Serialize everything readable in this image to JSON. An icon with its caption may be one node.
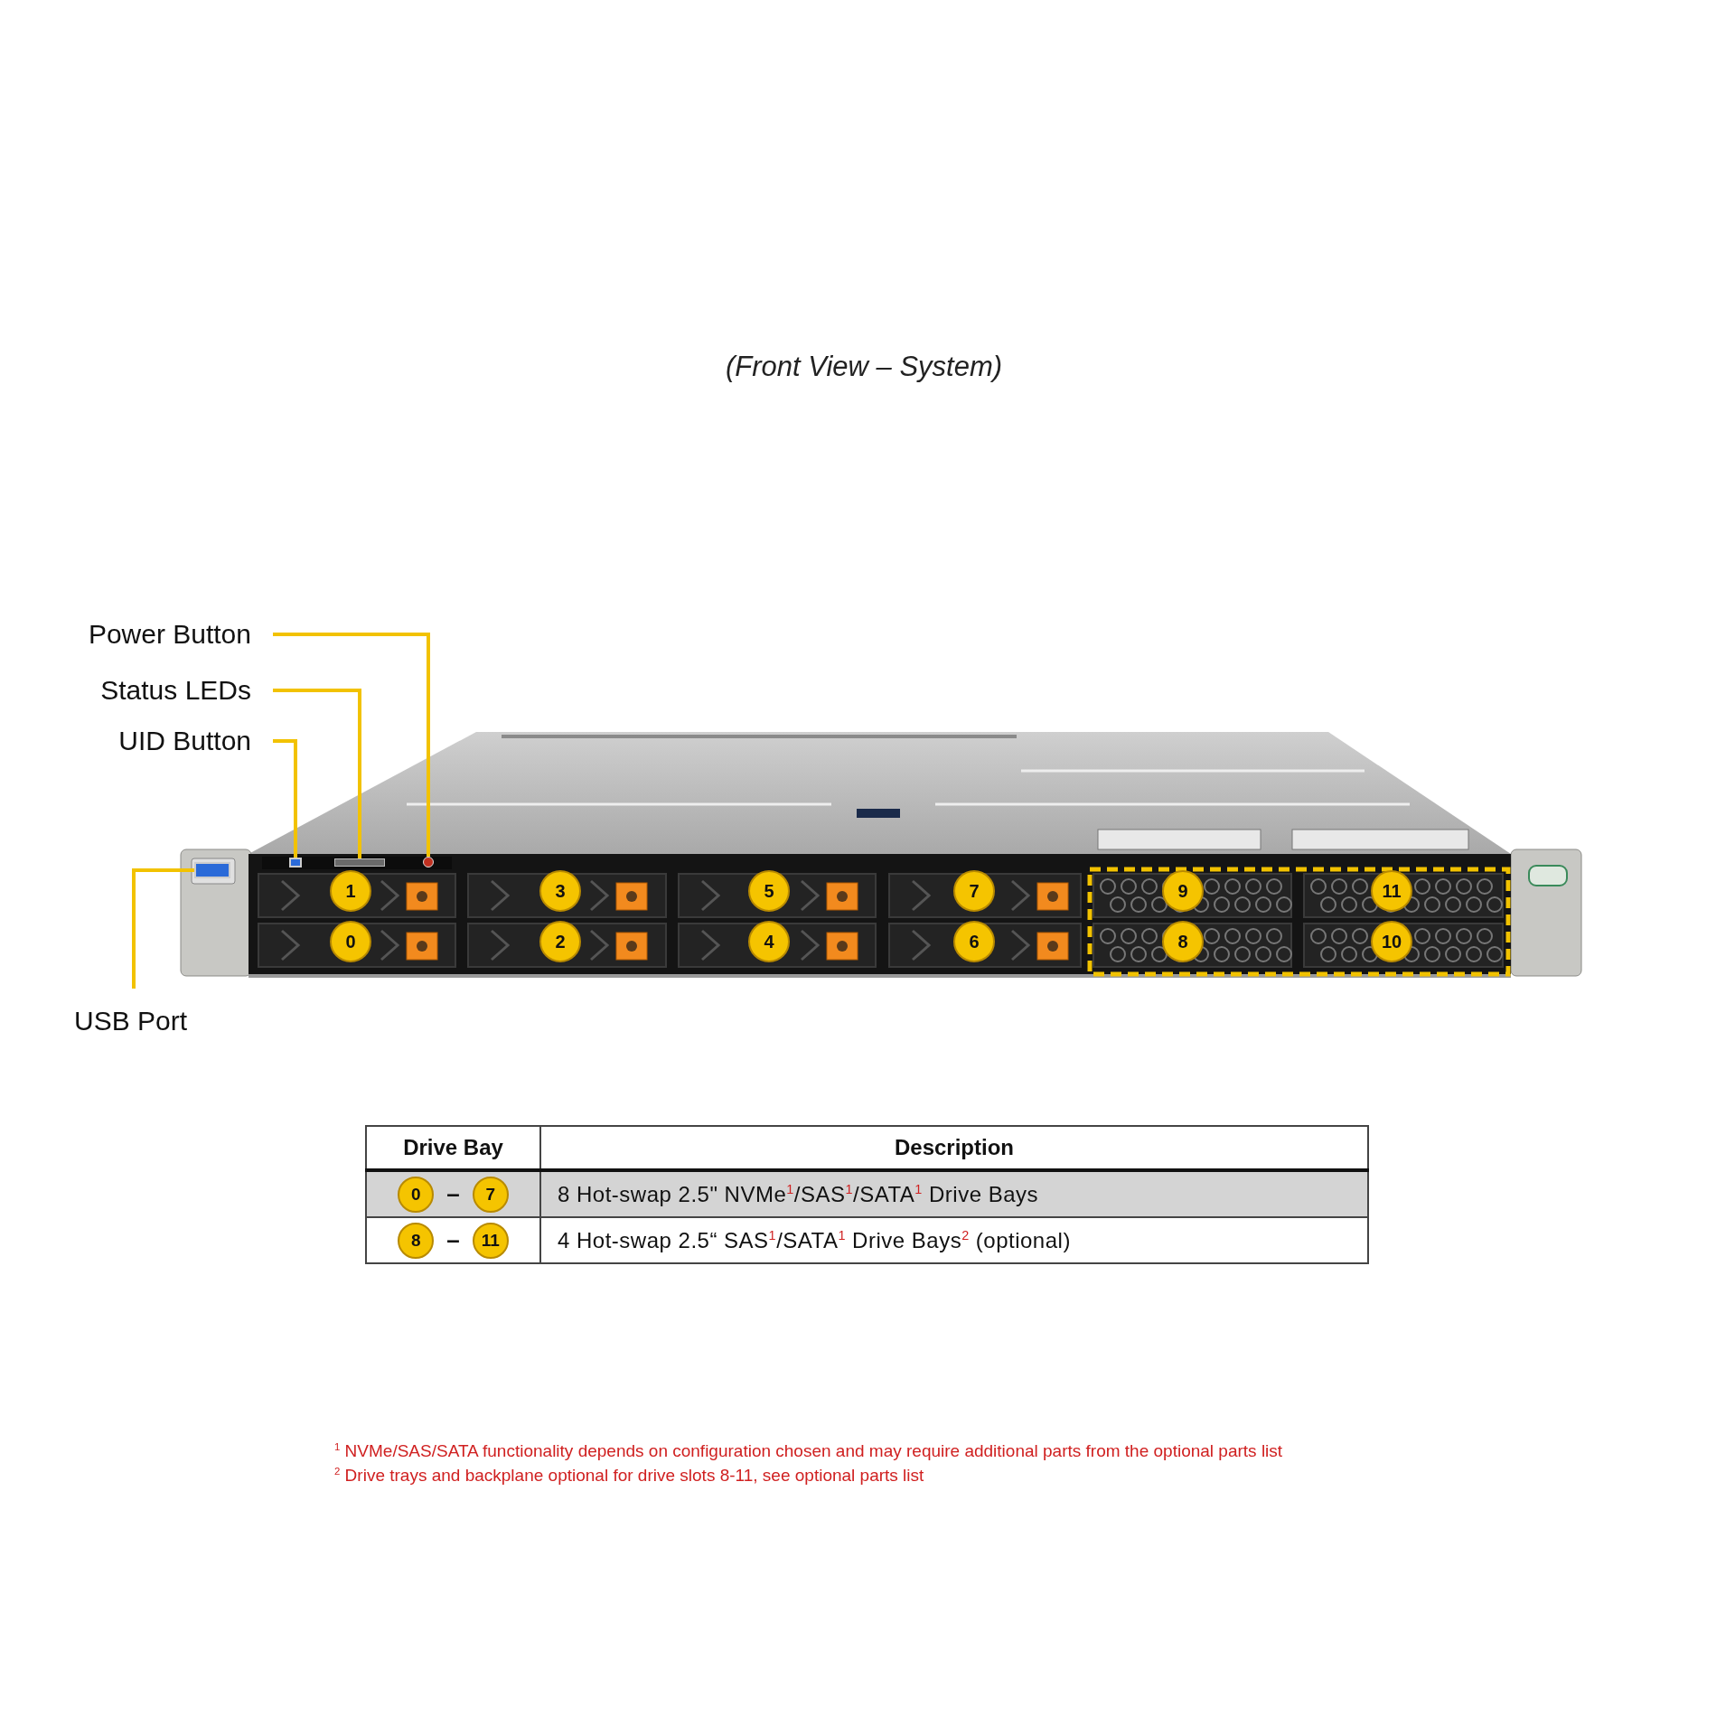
{
  "diagram": {
    "title": "(Front View – System)",
    "nodes": [
      {
        "text": [
          "Power Button"
        ]
      },
      {
        "text": [
          "Status LEDs"
        ]
      },
      {
        "text": [
          "UID Button"
        ]
      },
      {
        "text": [
          "USB Port"
        ]
      },
      {
        "text": [],
        "shape": "box"
      },
      {
        "text": [],
        "shape": "box"
      },
      {
        "text": [],
        "shape": "bar"
      },
      {
        "text": [],
        "shape": "circle"
      }
    ],
    "edges": [
      {
        "from": 0,
        "to": 7,
        "arrow": "none"
      },
      {
        "from": 1,
        "to": 6,
        "arrow": "none"
      },
      {
        "from": 2,
        "to": 5,
        "arrow": "none"
      },
      {
        "from": 3,
        "to": 4,
        "arrow": "none"
      }
    ],
    "labels": [
      "1",
      "3",
      "5",
      "7",
      "9",
      "11",
      "0",
      "2",
      "4",
      "6",
      "8",
      "10",
      "Drive Bay",
      "Description",
      "0",
      "–",
      "7",
      "8 Hot-swap 2.5\" NVMe$^{1}$/SAS$^{1}$/SATA$^{1}$ Drive Bays",
      "8",
      "–",
      "11",
      "4 Hot-swap 2.5“ SAS$^{1}$/SATA$^{1}$ Drive Bays$^{2}$ (optional)",
      "$^{1}$ NVMe/SAS/SATA functionality depends on configuration chosen and may require additional parts from the optional parts list",
      "$^{2}$ Drive trays and backplane optional for drive slots 8-11, see optional parts list"
    ]
  }
}
